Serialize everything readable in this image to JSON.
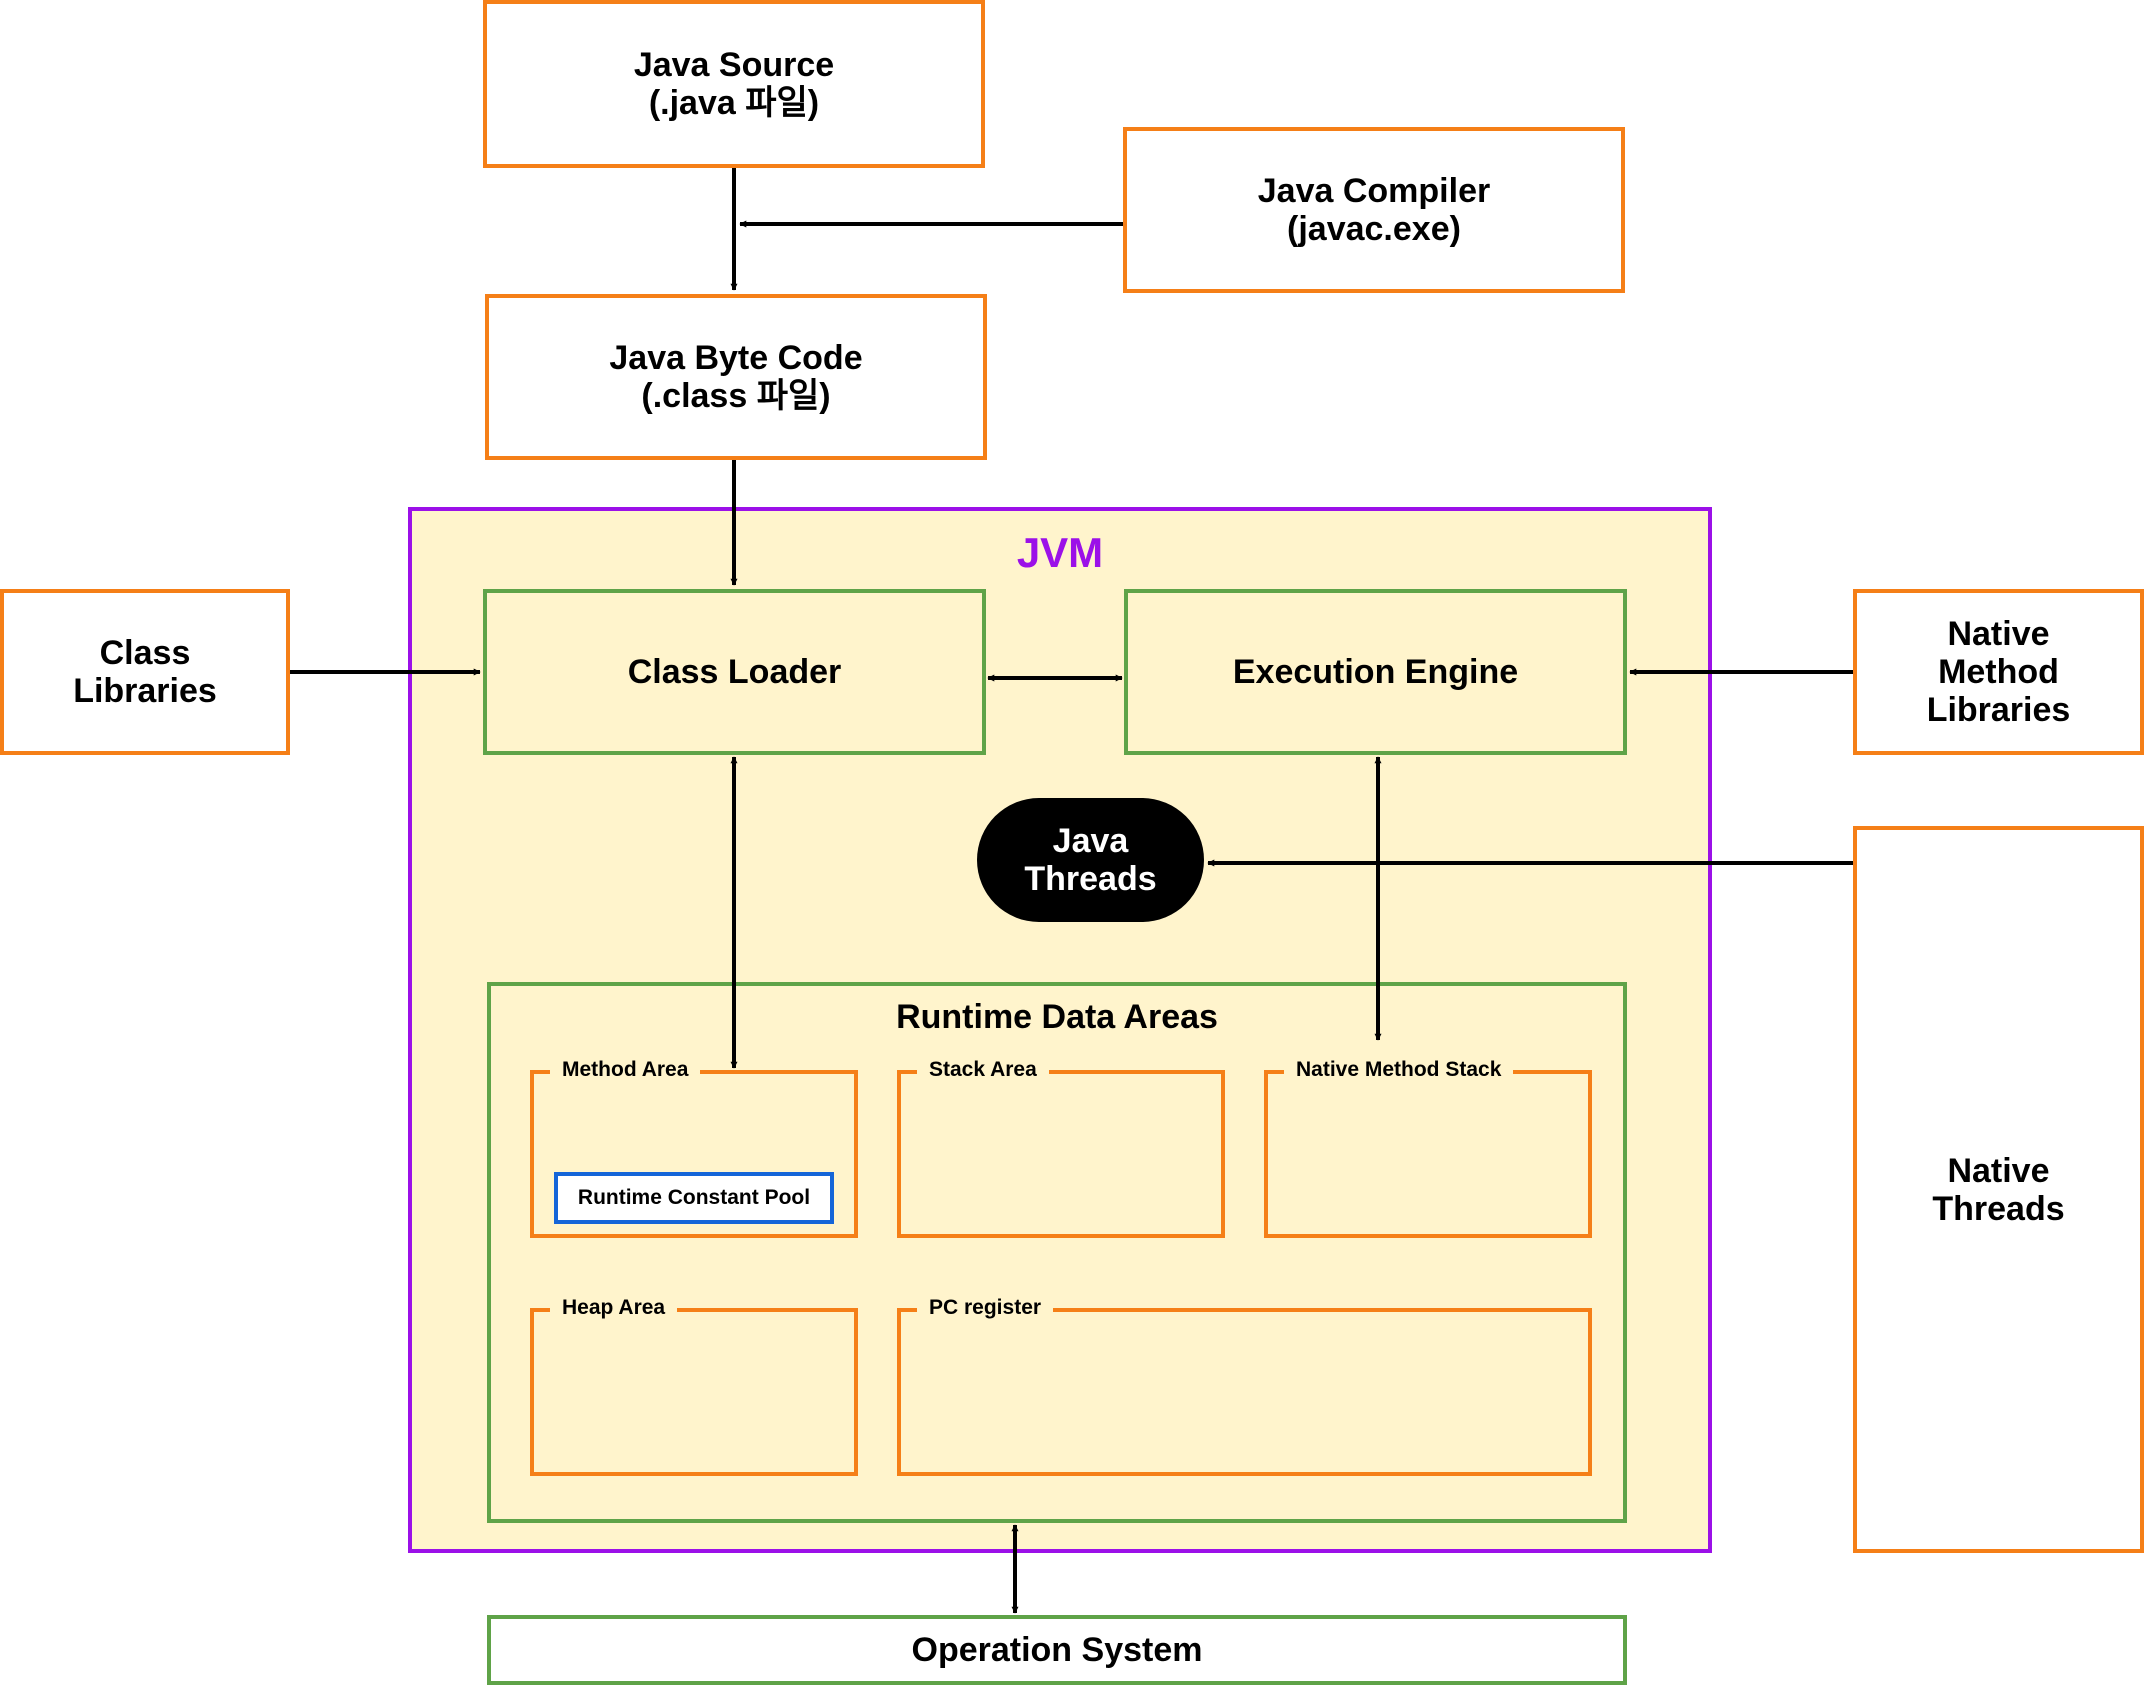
{
  "nodes": {
    "java_source": "Java Source\n(.java 파일)",
    "java_compiler": "Java Compiler\n(javac.exe)",
    "java_byte_code": "Java Byte Code\n(.class 파일)",
    "class_libraries": "Class\nLibraries",
    "native_method_libraries": "Native\nMethod\nLibraries",
    "native_threads": "Native\nThreads",
    "operation_system": "Operation System"
  },
  "jvm": {
    "title": "JVM",
    "class_loader": "Class Loader",
    "execution_engine": "Execution Engine",
    "java_threads": "Java\nThreads",
    "runtime": {
      "title": "Runtime Data Areas",
      "method_area": "Method Area",
      "runtime_constant_pool": "Runtime Constant Pool",
      "stack_area": "Stack Area",
      "native_method_stack": "Native Method Stack",
      "heap_area": "Heap Area",
      "pc_register": "PC register"
    }
  },
  "colors": {
    "external_border": "#F57F17",
    "jvm_border": "#9B10E8",
    "jvm_fill": "#FFF4CC",
    "component_border": "#5FA348",
    "constant_pool_border": "#1565D8",
    "jvm_title": "#9B10E8",
    "threads_fill": "#000000"
  }
}
